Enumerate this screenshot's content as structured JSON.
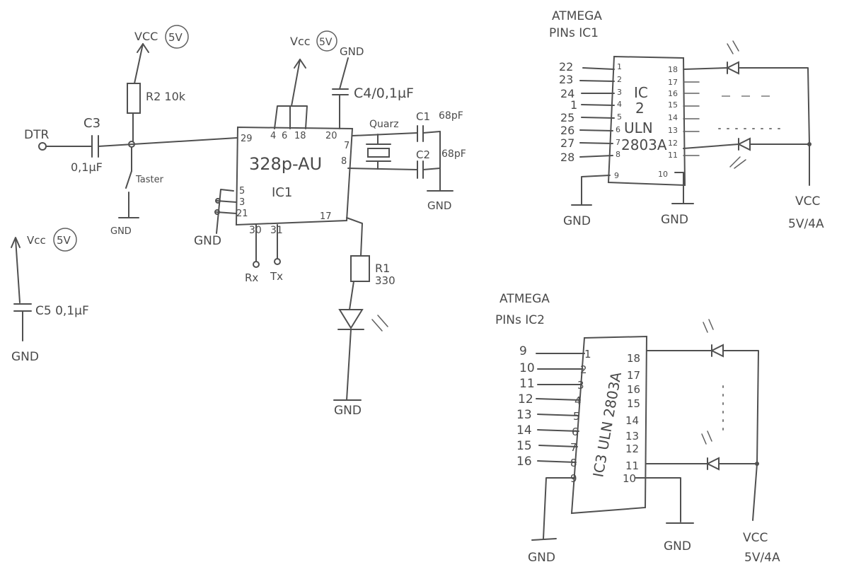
{
  "labels": {
    "dtr": "DTR",
    "c3": "C3",
    "c3_value": "0,1µF",
    "tasler": "Taster",
    "gnd": "GND",
    "vcc": "VCC",
    "vcc_lower": "Vcc",
    "five_v": "5V",
    "r2": "R2 10k",
    "c4": "C4/0,1µF",
    "quarz": "Quarz",
    "c1": "C1",
    "c1_value": "68pF",
    "c2": "C2",
    "c2_value": "68pF",
    "mcu_part": "328p-AU",
    "mcu_ref": "IC1",
    "rx": "Rx",
    "tx": "Tx",
    "r1": "R1",
    "r1_value": "330",
    "c5": "C5 0,1µF",
    "atmega": "ATMEGA",
    "pins_ic1": "PINs IC1",
    "pins_ic2": "PINs IC2",
    "ic2_line1": "IC",
    "ic2_line2": "2",
    "ic2_line3": "ULN",
    "ic2_line4": "2803A",
    "ic3_label": "IC3 ULN 2803A",
    "supply": "5V/4A"
  },
  "mcu_pins": {
    "p29": "29",
    "p4": "4",
    "p6": "6",
    "p18": "18",
    "p20": "20",
    "p7": "7",
    "p8": "8",
    "p5": "5",
    "p3": "3",
    "p21": "21",
    "p30": "30",
    "p31": "31",
    "p17": "17"
  },
  "ic2": {
    "ext_pins": [
      "22",
      "23",
      "24",
      "1",
      "25",
      "26",
      "27",
      "28"
    ],
    "left_pins": [
      "1",
      "2",
      "3",
      "4",
      "5",
      "6",
      "7",
      "8",
      "9"
    ],
    "right_pins": [
      "18",
      "17",
      "16",
      "15",
      "14",
      "13",
      "12",
      "11",
      "10"
    ]
  },
  "ic3": {
    "ext_pins": [
      "9",
      "10",
      "11",
      "12",
      "13",
      "14",
      "15",
      "16"
    ],
    "left_pins": [
      "1",
      "2",
      "3",
      "4",
      "5",
      "6",
      "7",
      "8",
      "9"
    ],
    "right_pins": [
      "18",
      "17",
      "16",
      "15",
      "14",
      "13",
      "12",
      "11",
      "10"
    ]
  }
}
